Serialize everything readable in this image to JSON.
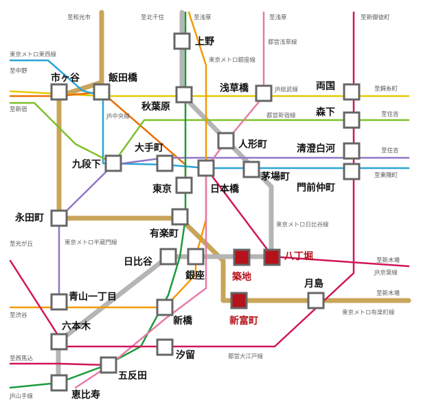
{
  "colors": {
    "hibiya": "#b5b5b5",
    "hanzomon": "#8f76c4",
    "ginza": "#f39a00",
    "yamanote": "#1a9a3a",
    "chuo_sobu": "#e8c800",
    "toei_shinjuku": "#7fbf2a",
    "toei_asakusa": "#e57aa8",
    "oedo": "#d0145a",
    "tozai": "#29a3d6",
    "yurakucho": "#c8a55a",
    "keiyo": "#d0145a",
    "chuo_rapid": "#ee6e00",
    "highlight_station": "#b5121b",
    "station_border": "#666666"
  },
  "stations": [
    {
      "id": "ueno",
      "label": "上野",
      "highlight": false
    },
    {
      "id": "ichigaya",
      "label": "市ヶ谷",
      "highlight": false
    },
    {
      "id": "iidabashi",
      "label": "飯田橋",
      "highlight": false
    },
    {
      "id": "asakusabashi",
      "label": "浅草橋",
      "highlight": false
    },
    {
      "id": "ryogoku",
      "label": "両国",
      "highlight": false
    },
    {
      "id": "akihabara",
      "label": "秋葉原",
      "highlight": false
    },
    {
      "id": "morishita",
      "label": "森下",
      "highlight": false
    },
    {
      "id": "ningyocho",
      "label": "人形町",
      "highlight": false
    },
    {
      "id": "otemachi",
      "label": "大手町",
      "highlight": false
    },
    {
      "id": "kiyosumi",
      "label": "清澄白河",
      "highlight": false
    },
    {
      "id": "kudanshita",
      "label": "九段下",
      "highlight": false
    },
    {
      "id": "kayabacho",
      "label": "茅場町",
      "highlight": false
    },
    {
      "id": "tokyo",
      "label": "東京",
      "highlight": false
    },
    {
      "id": "nihonbashi",
      "label": "日本橋",
      "highlight": false
    },
    {
      "id": "monzen",
      "label": "門前仲町",
      "highlight": false
    },
    {
      "id": "nagatacho",
      "label": "永田町",
      "highlight": false
    },
    {
      "id": "yurakucho",
      "label": "有楽町",
      "highlight": false
    },
    {
      "id": "hibiya",
      "label": "日比谷",
      "highlight": false
    },
    {
      "id": "tsukiji",
      "label": "築地",
      "highlight": true
    },
    {
      "id": "hatchobori",
      "label": "八丁堀",
      "highlight": true
    },
    {
      "id": "ginza",
      "label": "銀座",
      "highlight": false
    },
    {
      "id": "tsukishima",
      "label": "月島",
      "highlight": false
    },
    {
      "id": "aoyama",
      "label": "青山一丁目",
      "highlight": false
    },
    {
      "id": "shintomicho",
      "label": "新富町",
      "highlight": true
    },
    {
      "id": "shinbashi",
      "label": "新橋",
      "highlight": false
    },
    {
      "id": "roppongi",
      "label": "六本木",
      "highlight": false
    },
    {
      "id": "shiodome",
      "label": "汐留",
      "highlight": false
    },
    {
      "id": "gotanda",
      "label": "五反田",
      "highlight": false
    },
    {
      "id": "ebisu",
      "label": "恵比寿",
      "highlight": false
    }
  ],
  "direction_labels": [
    {
      "id": "to-wakoshi",
      "text": "至和光市"
    },
    {
      "id": "to-kitasenju",
      "text": "至北千住"
    },
    {
      "id": "to-asakusa-1",
      "text": "至浅草"
    },
    {
      "id": "to-asakusa-2",
      "text": "至浅草"
    },
    {
      "id": "to-shinmisato",
      "text": "至新御徒町"
    },
    {
      "id": "to-nakano",
      "text": "至中野"
    },
    {
      "id": "to-shinjuku",
      "text": "至新宿"
    },
    {
      "id": "to-kinshicho",
      "text": "至錦糸町"
    },
    {
      "id": "to-sumiyoshi",
      "text": "至住吉"
    },
    {
      "id": "to-sumiyoshi-2",
      "text": "至住吉"
    },
    {
      "id": "to-toyocho",
      "text": "至東陽町"
    },
    {
      "id": "to-hikarigaoka",
      "text": "至光が丘"
    },
    {
      "id": "to-shinkiba",
      "text": "至新木場"
    },
    {
      "id": "to-shinkiba-2",
      "text": "至新木場"
    },
    {
      "id": "to-shibuya",
      "text": "至渋谷"
    },
    {
      "id": "to-nishimagome",
      "text": "至西馬込"
    }
  ],
  "line_labels": [
    {
      "id": "tozai-line",
      "text": "東京メトロ東西線"
    },
    {
      "id": "ginza-line",
      "text": "東京メトロ銀座線"
    },
    {
      "id": "asakusa-line",
      "text": "都営浅草線"
    },
    {
      "id": "sobu-line",
      "text": "JR総武線"
    },
    {
      "id": "chuo-line",
      "text": "JR中央線"
    },
    {
      "id": "shinjuku-line",
      "text": "都営新宿線"
    },
    {
      "id": "hibiya-line",
      "text": "東京メトロ日比谷線"
    },
    {
      "id": "hanzomon-line",
      "text": "東京メトロ半蔵門線"
    },
    {
      "id": "keiyo-line",
      "text": "JR京葉線"
    },
    {
      "id": "yurakucho-line",
      "text": "東京メトロ有楽町線"
    },
    {
      "id": "oedo-line",
      "text": "都営大江戸線"
    },
    {
      "id": "yamanote-line",
      "text": "JR山手線"
    }
  ]
}
